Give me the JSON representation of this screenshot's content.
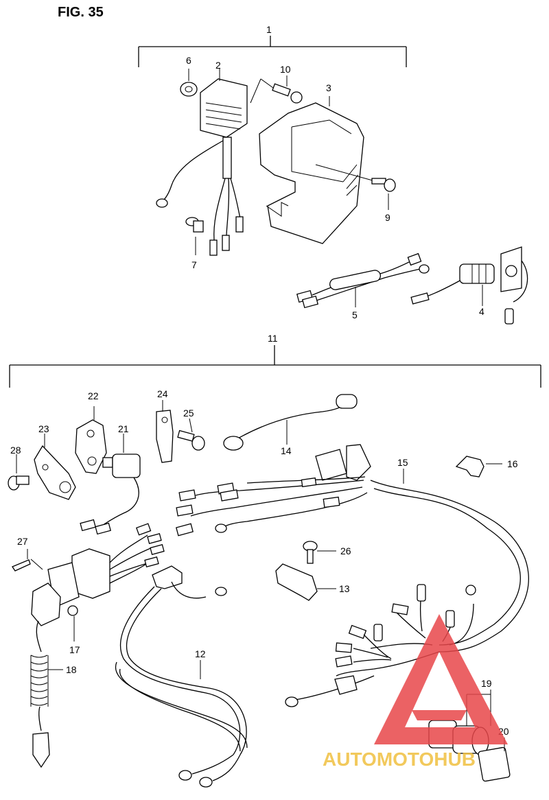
{
  "figure": {
    "title": "FIG. 35"
  },
  "callouts": {
    "p1": "1",
    "p2": "2",
    "p3": "3",
    "p4": "4",
    "p5": "5",
    "p6": "6",
    "p7": "7",
    "p9": "9",
    "p10": "10",
    "p11": "11",
    "p12": "12",
    "p13": "13",
    "p14": "14",
    "p15": "15",
    "p16": "16",
    "p17": "17",
    "p18": "18",
    "p19": "19",
    "p20": "20",
    "p21": "21",
    "p22": "22",
    "p23": "23",
    "p24": "24",
    "p25": "25",
    "p26": "26",
    "p27": "27",
    "p28": "28"
  },
  "watermark": {
    "text": "AUTOMOTOHUB",
    "color": "#e8474a",
    "text_color": "#f0c040"
  }
}
